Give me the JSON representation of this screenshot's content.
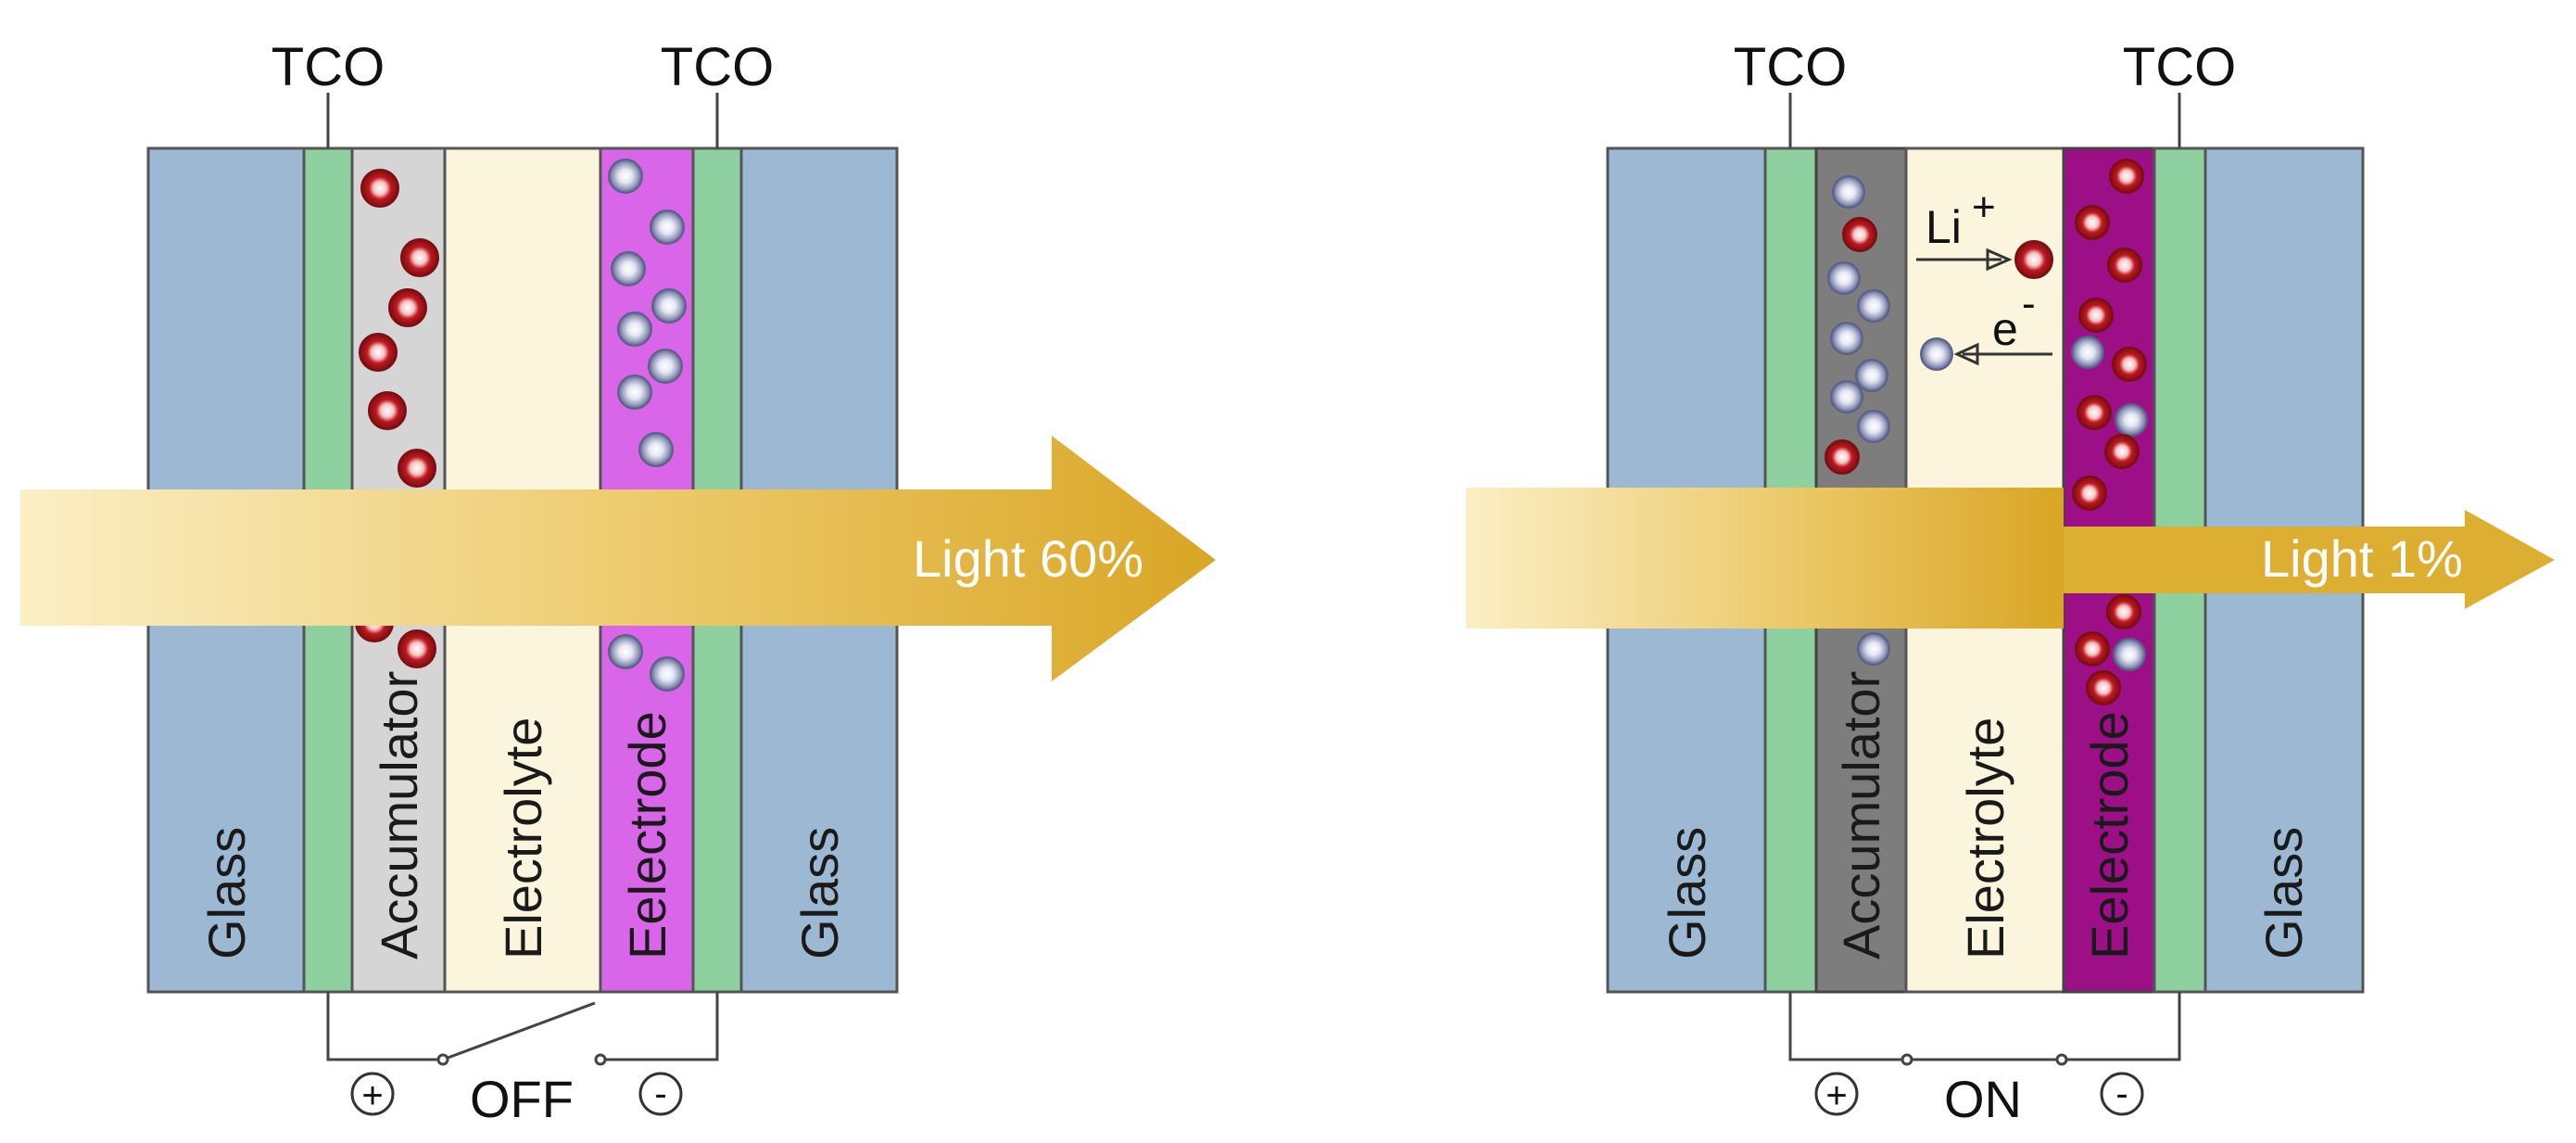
{
  "colors": {
    "glass": "#9db8d3",
    "tco": "#8fd0a0",
    "accumulator_off": "#d5d5d5",
    "accumulator_on": "#7d7d7d",
    "electrolyte": "#faf5dc",
    "electrode_off": "#d966e8",
    "electrode_on": "#9c0f86",
    "light_arrow": "#dcae32",
    "ion": "#b8141c",
    "electron": "#9aa0c0"
  },
  "panels": [
    {
      "id": "off",
      "layers": {
        "glass_left": "Glass",
        "accumulator": "Accumulator",
        "electrolyte": "Electrolyte",
        "electrode": "Eelectrode",
        "glass_right": "Glass"
      },
      "tco_left": "TCO",
      "tco_right": "TCO",
      "light": "Light 60%",
      "switch_state": "OFF",
      "plus": "+",
      "minus": "-"
    },
    {
      "id": "on",
      "layers": {
        "glass_left": "Glass",
        "accumulator": "Accumulator",
        "electrolyte": "Electrolyte",
        "electrode": "Eelectrode",
        "glass_right": "Glass"
      },
      "tco_left": "TCO",
      "tco_right": "TCO",
      "light": "Light 1%",
      "switch_state": "ON",
      "plus": "+",
      "minus": "-",
      "ion_label": "Li",
      "ion_charge": "+",
      "electron_label": "e",
      "electron_charge": "-"
    }
  ]
}
